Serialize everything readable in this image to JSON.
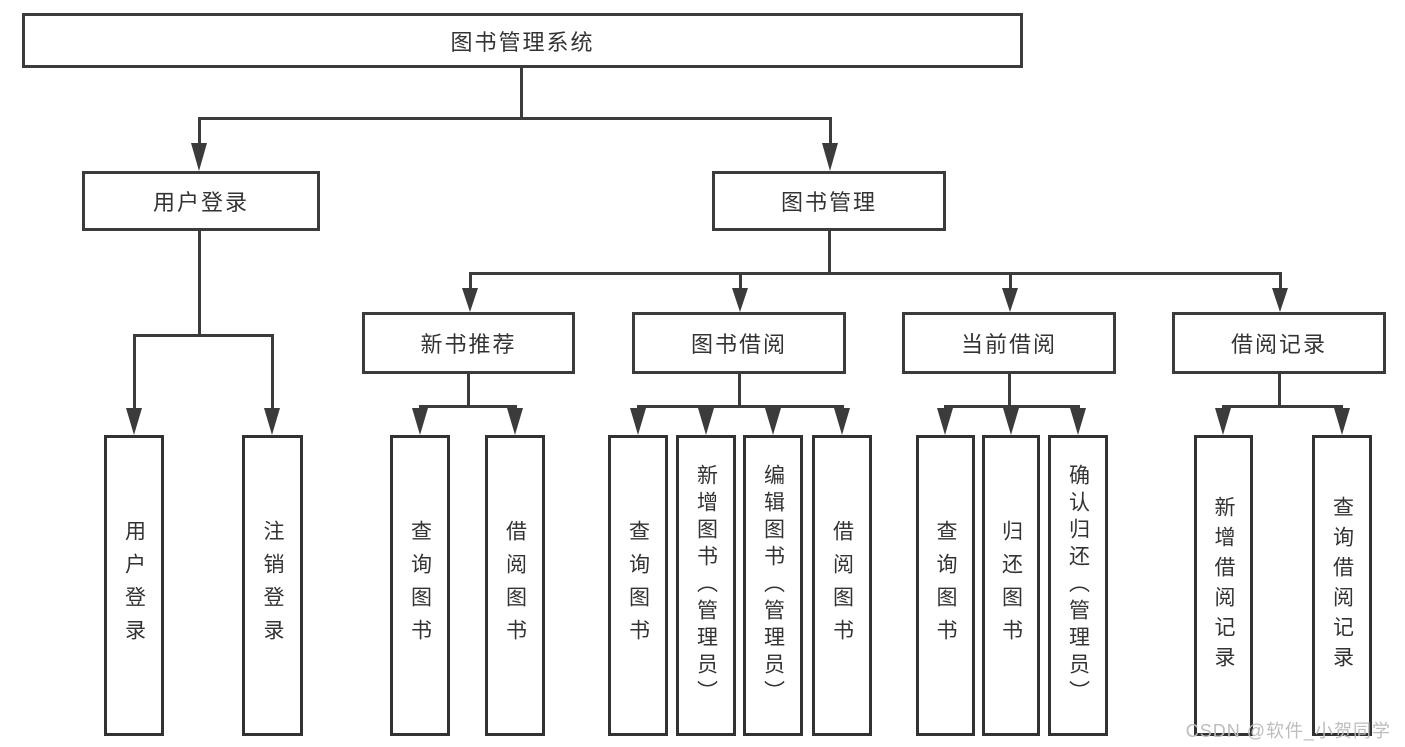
{
  "tree": {
    "root": "图书管理系统",
    "branches": [
      {
        "label": "用户登录",
        "leaves": [
          "用户登录",
          "注销登录"
        ]
      },
      {
        "label": "图书管理",
        "groups": [
          {
            "label": "新书推荐",
            "leaves": [
              "查询图书",
              "借阅图书"
            ]
          },
          {
            "label": "图书借阅",
            "leaves": [
              "查询图书",
              "新增图书（管理员）",
              "编辑图书（管理员）",
              "借阅图书"
            ]
          },
          {
            "label": "当前借阅",
            "leaves": [
              "查询图书",
              "归还图书",
              "确认归还（管理员）"
            ]
          },
          {
            "label": "借阅记录",
            "leaves": [
              "新增借阅记录",
              "查询借阅记录"
            ]
          }
        ]
      }
    ]
  },
  "watermark": {
    "text": "CSDN @软件_小贺同学"
  },
  "colors": {
    "line": "#3b3b3b",
    "text": "#333333",
    "watermark": "#bdbdbd",
    "background": "#ffffff"
  }
}
